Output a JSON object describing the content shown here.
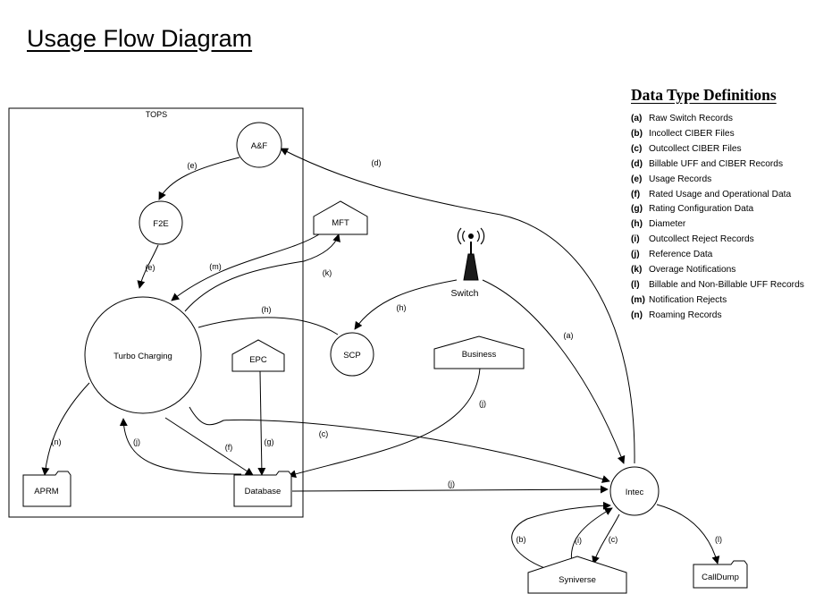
{
  "title": "Usage Flow Diagram",
  "boundary": {
    "label": "TOPS"
  },
  "nodes": {
    "af": "A&F",
    "f2e": "F2E",
    "turbo": "Turbo Charging",
    "mft": "MFT",
    "epc": "EPC",
    "scp": "SCP",
    "switch": "Switch",
    "business": "Business",
    "aprm": "APRM",
    "database": "Database",
    "intec": "Intec",
    "syniverse": "Syniverse",
    "calldump": "CallDump"
  },
  "edge_labels": {
    "af_f2e": "(e)",
    "f2e_turbo": "(e)",
    "intec_af": "(d)",
    "turbo_mft": "(k)",
    "mft_turbo": "(m)",
    "turbo_scp": "(h)",
    "switch_scp": "(h)",
    "switch_intec": "(a)",
    "business_db": "(j)",
    "turbo_intec": "(c)",
    "turbo_aprm": "(n)",
    "db_turbo": "(j)",
    "turbo_db": "(f)",
    "epc_db": "(g)",
    "db_intec": "(j)",
    "syn_intec_b": "(b)",
    "syn_intec_i": "(i)",
    "intec_syn": "(c)",
    "intec_calldump": "(l)"
  },
  "definitions": {
    "title": "Data Type Definitions",
    "items": [
      {
        "code": "(a)",
        "text": "Raw Switch Records"
      },
      {
        "code": "(b)",
        "text": "Incollect CIBER Files"
      },
      {
        "code": "(c)",
        "text": "Outcollect CIBER Files"
      },
      {
        "code": "(d)",
        "text": "Billable UFF and CIBER Records"
      },
      {
        "code": "(e)",
        "text": "Usage Records"
      },
      {
        "code": "(f)",
        "text": "Rated Usage and Operational Data"
      },
      {
        "code": "(g)",
        "text": "Rating Configuration Data"
      },
      {
        "code": "(h)",
        "text": "Diameter"
      },
      {
        "code": "(i)",
        "text": "Outcollect Reject Records"
      },
      {
        "code": "(j)",
        "text": "Reference Data"
      },
      {
        "code": "(k)",
        "text": "Overage Notifications"
      },
      {
        "code": "(l)",
        "text": "Billable and Non-Billable UFF Records"
      },
      {
        "code": "(m)",
        "text": "Notification Rejects"
      },
      {
        "code": "(n)",
        "text": "Roaming Records"
      }
    ]
  }
}
